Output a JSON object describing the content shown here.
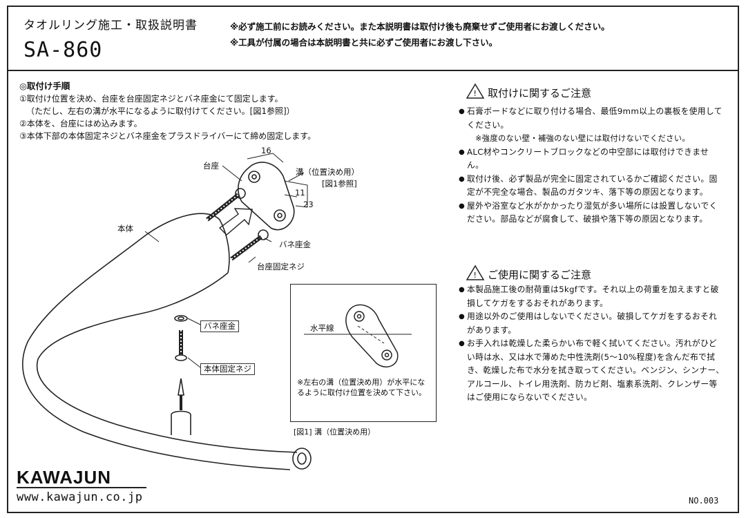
{
  "header": {
    "title": "タオルリング施工・取扱説明書",
    "model": "SA-860",
    "warning1": "※必ず施工前にお読みください。また本説明書は取付け後も廃棄せずご使用者にお渡しください。",
    "warning2": "※工具が付属の場合は本説明書と共に必ずご使用者にお渡し下さい。"
  },
  "steps": {
    "heading": "◎取付け手順",
    "items": [
      "①取付け位置を決め、台座を台座固定ネジとバネ座金にて固定します。",
      "（ただし、左右の溝が水平になるように取付けてください。[図1参照]）",
      "②本体を、台座にはめ込みます。",
      "③本体下部の本体固定ネジとバネ座金をプラスドライバーにて締め固定します。"
    ]
  },
  "diagram": {
    "dim_16": "16",
    "dim_11": "11",
    "dim_23": "23",
    "label_base": "台座",
    "label_groove": "溝（位置決め用）",
    "label_fig_ref": "[図1参照]",
    "label_body": "本体",
    "label_spring_washer_top": "バネ座金",
    "label_base_screw": "台座固定ネジ",
    "label_spring_washer_bottom": "バネ座金",
    "label_body_screw": "本体固定ネジ"
  },
  "figure1": {
    "label_horizontal": "水平線",
    "note": "※左右の溝（位置決め用）が水平になるように取付け位置を決めて下さい。",
    "caption": "[図1] 溝（位置決め用）"
  },
  "install_caution": {
    "title": "取付けに関するご注意",
    "bullets": [
      "石膏ボードなどに取り付ける場合、最低9mm以上の裏板を使用してください。",
      "ALC材やコンクリートブロックなどの中空部には取付けできません。",
      "取付け後、必ず製品が完全に固定されているかご確認ください。固定が不完全な場合、製品のガタツキ、落下等の原因となります。",
      "屋外や浴室など水がかかったり湿気が多い場所には設置しないでください。部品などが腐食して、破損や落下等の原因となります。"
    ],
    "sub_note": "※強度のない壁・補強のない壁には取付けないでください。"
  },
  "use_caution": {
    "title": "ご使用に関するご注意",
    "bullets": [
      "本製品施工後の耐荷重は5kgfです。それ以上の荷重を加えますと破損してケガをするおそれがあります。",
      "用途以外のご使用はしないでください。破損してケガをするおそれがあります。",
      "お手入れは乾燥した柔らかい布で軽く拭いてください。汚れがひどい時は水、又は水で薄めた中性洗剤(5〜10%程度)を含んだ布で拭き、乾燥した布で水分を拭き取ってください。ベンジン、シンナー、アルコール、トイレ用洗剤、防カビ剤、塩素系洗剤、クレンザー等はご使用にならないでください。"
    ]
  },
  "footer": {
    "brand": "KAWAJUN",
    "url": "www.kawajun.co.jp",
    "doc_no": "NO.003"
  }
}
